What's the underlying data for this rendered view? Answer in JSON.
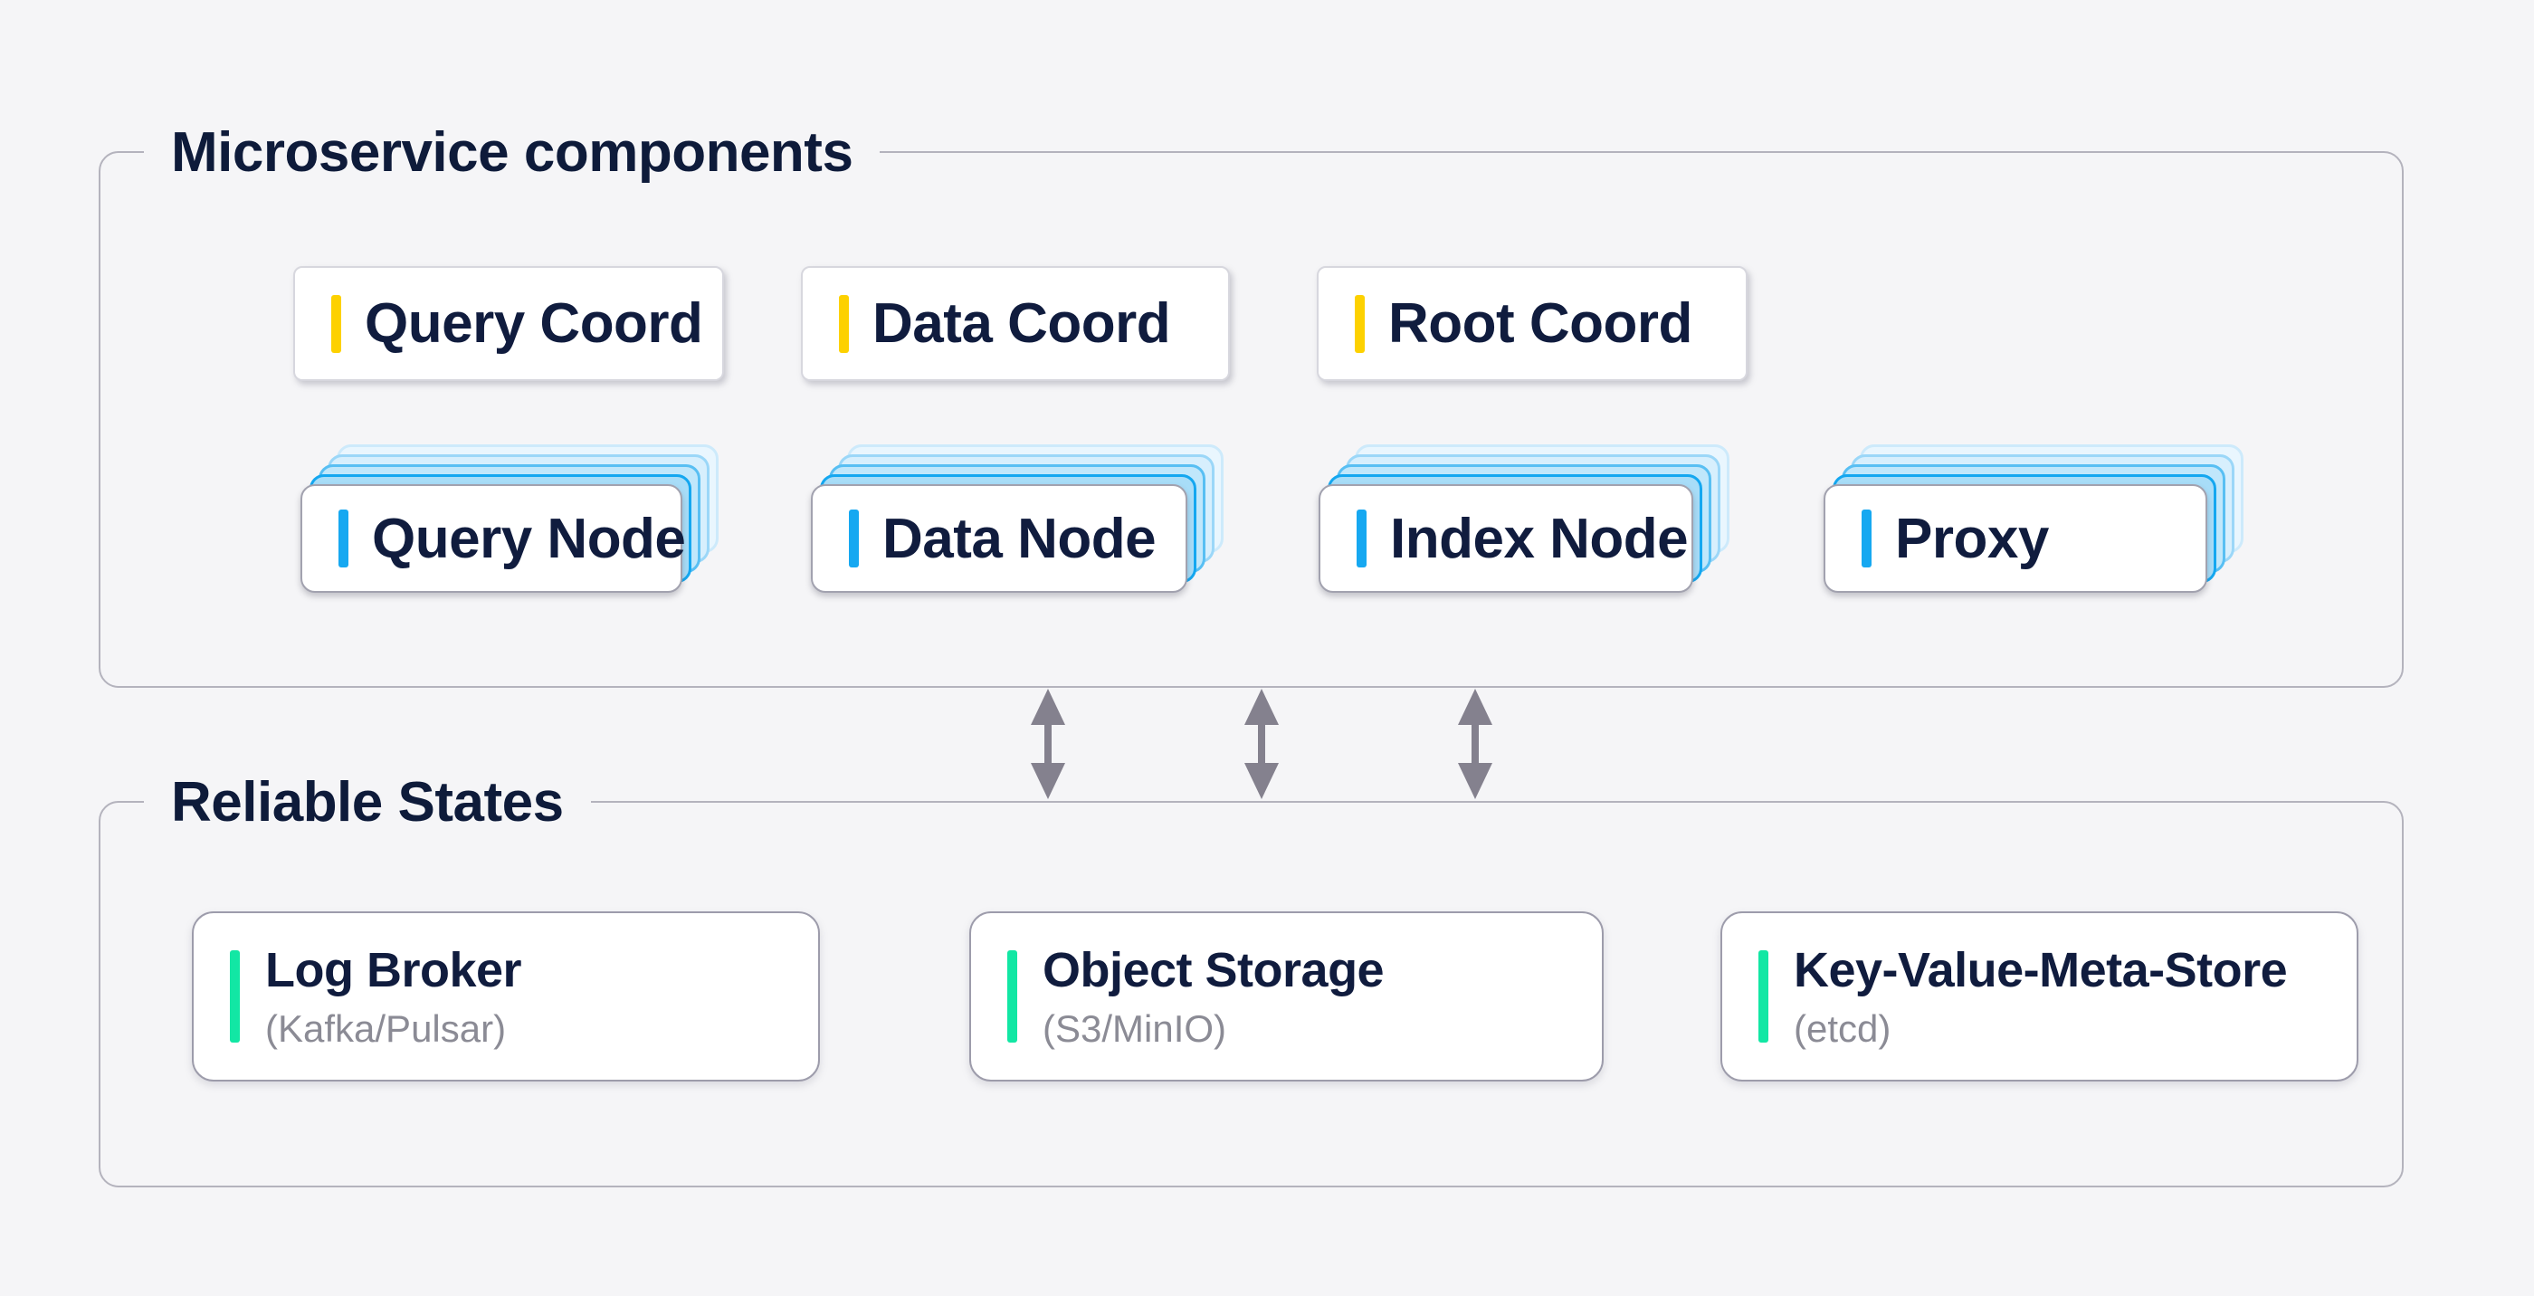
{
  "diagram": {
    "microservice_section": {
      "title": "Microservice components",
      "coordinators": [
        {
          "label": "Query Coord"
        },
        {
          "label": "Data Coord"
        },
        {
          "label": "Root Coord"
        }
      ],
      "workers": [
        {
          "label": "Query Node"
        },
        {
          "label": "Data Node"
        },
        {
          "label": "Index Node"
        },
        {
          "label": "Proxy"
        }
      ]
    },
    "reliable_section": {
      "title": "Reliable States",
      "stores": [
        {
          "title": "Log Broker",
          "subtitle": "(Kafka/Pulsar)"
        },
        {
          "title": "Object Storage",
          "subtitle": "(S3/MinIO)"
        },
        {
          "title": "Key-Value-Meta-Store",
          "subtitle": "(etcd)"
        }
      ]
    },
    "arrows": {
      "count": 3,
      "type": "bidirectional-vertical"
    },
    "colors": {
      "background": "#f5f5f7",
      "text_navy": "#101c3e",
      "coordinator_accent": "#fdd100",
      "worker_accent": "#16a8f1",
      "store_accent": "#12e7a4",
      "subtitle_gray": "#8b8b95",
      "arrow_gray": "#84818e",
      "container_border": "#b4b3bd",
      "replica_blue_border": "#14a7f0"
    }
  }
}
